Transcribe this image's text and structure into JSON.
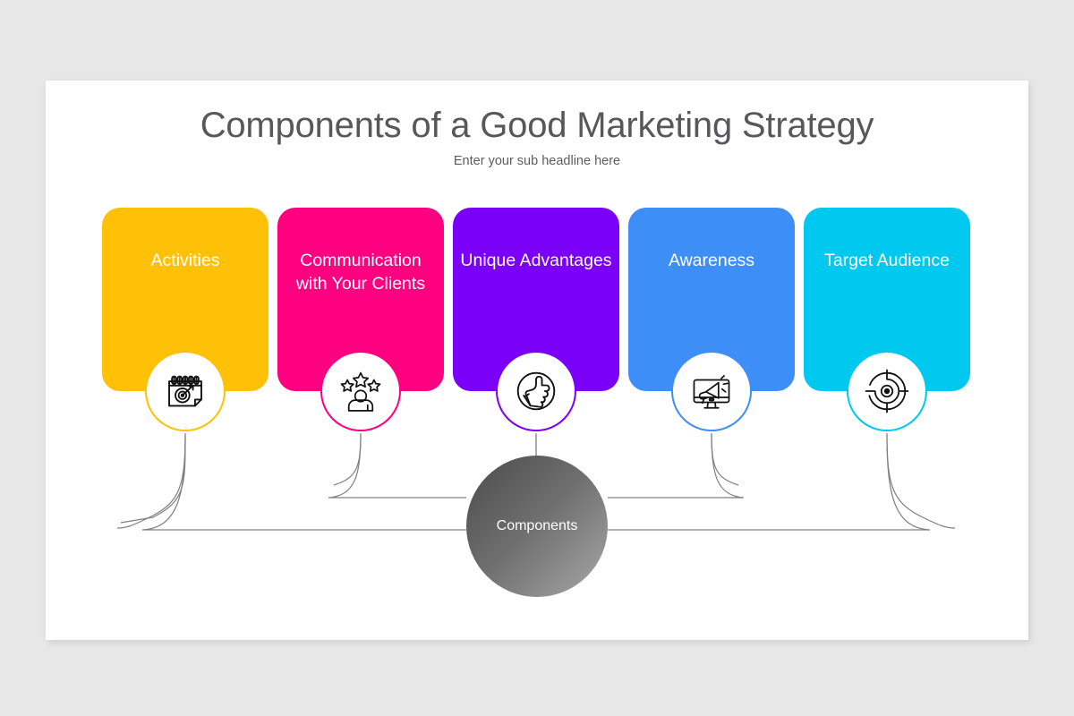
{
  "slide": {
    "title": "Components of a Good Marketing Strategy",
    "subtitle": "Enter your sub headline here",
    "background_color": "#e7e7e7",
    "surface_color": "#ffffff"
  },
  "hub": {
    "label": "Components",
    "gradient_from": "#4b4b4b",
    "gradient_to": "#a8a8a8"
  },
  "connector": {
    "color": "#808080",
    "width": 1.2
  },
  "cards": [
    {
      "label": "Activities",
      "color": "#ffc107",
      "icon": "calendar-target-icon",
      "text_color": "#ffffff"
    },
    {
      "label": "Communication with Your Clients",
      "color": "#ff0080",
      "icon": "person-stars-icon",
      "text_color": "#ffffff"
    },
    {
      "label": "Unique Advantages",
      "color": "#7b00f7",
      "icon": "thumbs-up-icon",
      "text_color": "#ffffff"
    },
    {
      "label": "Awareness",
      "color": "#3e8ef7",
      "icon": "monitor-megaphone-icon",
      "text_color": "#ffffff"
    },
    {
      "label": "Target Audience",
      "color": "#00c8ee",
      "icon": "crosshair-target-icon",
      "text_color": "#ffffff"
    }
  ]
}
